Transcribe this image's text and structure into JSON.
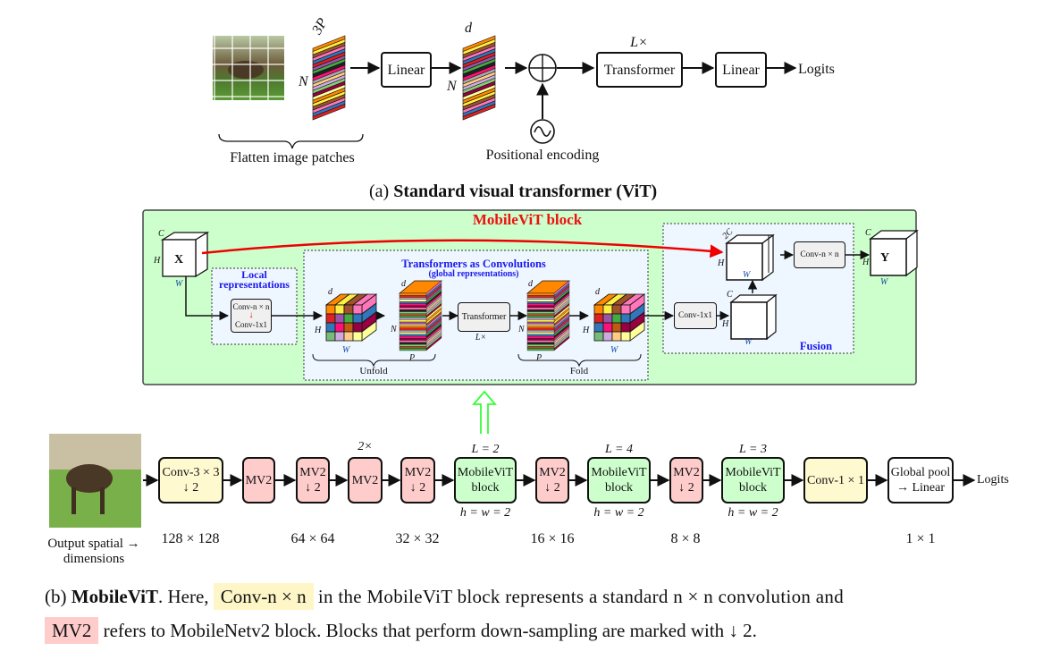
{
  "vit": {
    "patch_dims_top": "3P",
    "patch_dims_side": "N",
    "linear1": "Linear",
    "embed_top": "d",
    "embed_side": "N",
    "repeat": "L×",
    "transformer": "Transformer",
    "linear2": "Linear",
    "logits": "Logits",
    "flatten_label": "Flatten image patches",
    "pos_enc_label": "Positional encoding",
    "caption_prefix": "(a)",
    "caption_bold": "Standard visual transformer (ViT)"
  },
  "block": {
    "title": "MobileViT block",
    "input": "X",
    "output": "Y",
    "C": "C",
    "C2": "2C",
    "H": "H",
    "W": "W",
    "N": "N",
    "P": "P",
    "d": "d",
    "local_title": "Local representations",
    "conv_nxn": "Conv-n × n",
    "conv_1x1": "Conv-1x1",
    "tac_title": "Transformers as Convolutions",
    "tac_sub": "(global representations)",
    "transformer": "Transformer",
    "repeat": "L×",
    "unfold": "Unfold",
    "fold": "Fold",
    "fusion": "Fusion",
    "fusion_conv1": "Conv-1x1",
    "fusion_convn": "Conv-n × n"
  },
  "pipeline": {
    "stages": [
      {
        "line1": "Conv-3 × 3",
        "line2": "↓ 2",
        "type": "conv"
      },
      {
        "line1": "MV2",
        "line2": "",
        "type": "mv2"
      },
      {
        "line1": "MV2",
        "line2": "↓ 2",
        "type": "mv2"
      },
      {
        "line1": "MV2",
        "line2": "",
        "type": "mv2",
        "above": "2×"
      },
      {
        "line1": "MV2",
        "line2": "↓ 2",
        "type": "mv2"
      },
      {
        "line1": "MobileViT",
        "line2": "block",
        "type": "mvit",
        "above": "L = 2",
        "below": "h = w = 2"
      },
      {
        "line1": "MV2",
        "line2": "↓ 2",
        "type": "mv2"
      },
      {
        "line1": "MobileViT",
        "line2": "block",
        "type": "mvit",
        "above": "L = 4",
        "below": "h = w = 2"
      },
      {
        "line1": "MV2",
        "line2": "↓ 2",
        "type": "mv2"
      },
      {
        "line1": "MobileViT",
        "line2": "block",
        "type": "mvit",
        "above": "L = 3",
        "below": "h = w = 2"
      },
      {
        "line1": "Conv-1 × 1",
        "line2": "",
        "type": "conv"
      },
      {
        "line1": "Global pool",
        "line2": "→ Linear",
        "type": "pool"
      }
    ],
    "logits": "Logits",
    "output_label_1": "Output spatial →",
    "output_label_2": "dimensions",
    "dims": [
      "128 × 128",
      "64 × 64",
      "32 × 32",
      "16 × 16",
      "8 × 8",
      "1 × 1"
    ]
  },
  "caption_b": {
    "prefix": "(b)",
    "bold": "MobileViT",
    "t1": ". Here,",
    "hl1": "Conv-n × n",
    "t2": "in the MobileViT block represents a standard n × n convolution and",
    "hl2": "MV2",
    "t3": "refers to MobileNetv2 block. Blocks that perform down-sampling are marked with ↓ 2."
  },
  "colors": {
    "block_bg": "#ccffcc",
    "title_red": "#ee1111",
    "blue_text": "#1a1aee",
    "conv_yellow": "#fff9d0",
    "mv2_pink": "#ffcccc",
    "mvit_green": "#ccffcc",
    "arrow_green": "#33ff33"
  }
}
